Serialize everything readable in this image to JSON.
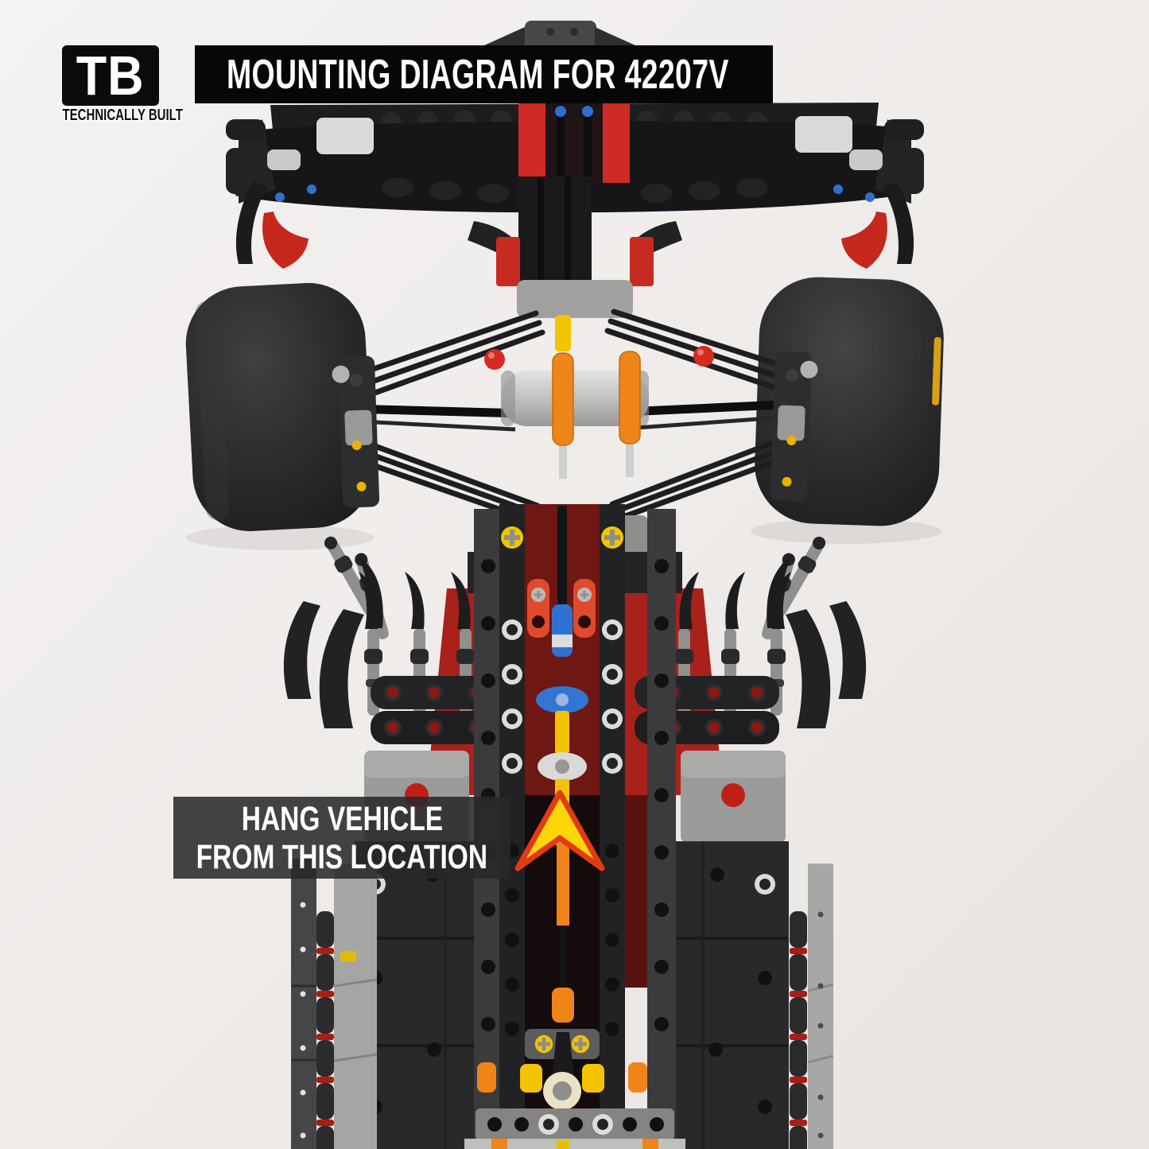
{
  "brand": {
    "logo_text": "TB",
    "tagline": "TECHNICALLY BUILT"
  },
  "title_banner": {
    "text": "MOUNTING DIAGRAM FOR 42207V"
  },
  "callout": {
    "line1": "HANG VEHICLE",
    "line2": "FROM THIS LOCATION"
  },
  "annotation_arrow": {
    "direction": "up",
    "fill": "#ffd60a",
    "stroke": "#e23a16"
  },
  "palette": {
    "background": "#eeebe9",
    "banner_bg": "#070707",
    "banner_text": "#ffffff",
    "callout_bg": "rgba(40,40,40,0.87)",
    "callout_text": "#ffffff",
    "lego_red": "#c6281e",
    "lego_orange": "#ef8418",
    "lego_yellow": "#f2c400",
    "lego_blue": "#2f72d2",
    "lego_lime": "#bcd432",
    "tire_black": "#232325",
    "panel_silver": "#a3a3a1"
  },
  "scene": {
    "subject": "LEGO Technic Formula 1 car 42207 underside, front wing and wheels at top",
    "parts": [
      "front-wing",
      "nose-cone",
      "left-front-tire",
      "right-front-tire",
      "front-suspension",
      "chassis-spine",
      "left-sidepod",
      "right-sidepod"
    ]
  }
}
